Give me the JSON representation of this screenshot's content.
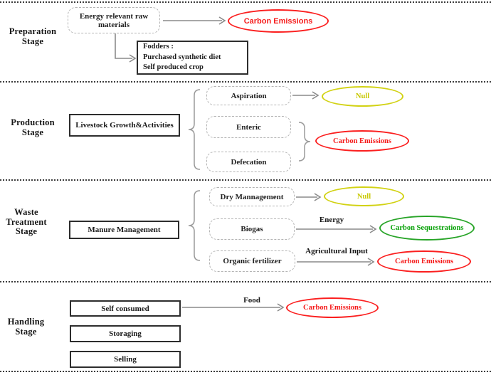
{
  "colors": {
    "carbon_emissions_red": "#fb1f1f",
    "null_yellow": "#d2d214",
    "carbon_sequestration_green": "#27a427",
    "arrow_gray": "#8a8a8a",
    "dashed_box_border": "#b4b4b4",
    "solid_box_border": "#2d2d2d",
    "separator_dots": "#3c3c3c"
  },
  "stages": {
    "preparation": {
      "label": "Preparation Stage",
      "raw_materials_box": "Energy relevant raw materials",
      "fodders_box": [
        "Fodders :",
        "Purchased synthetic diet",
        "Self produced crop"
      ],
      "emissions": "Carbon Emissions"
    },
    "production": {
      "label": "Production Stage",
      "main_box": "Livestock Growth&Activities",
      "processes": [
        "Aspiration",
        "Enteric",
        "Defecation"
      ],
      "null_label": "Null",
      "emissions": "Carbon Emissions"
    },
    "waste_treatment": {
      "label": "Waste Treatment Stage",
      "main_box": "Manure Management",
      "processes": [
        "Dry Mannagement",
        "Biogas",
        "Organic fertilizer"
      ],
      "null_label": "Null",
      "arrow_labels": {
        "energy": "Energy",
        "agricultural": "Agricultural Input"
      },
      "sequestration": "Carbon Sequestrations",
      "emissions": "Carbon Emissions"
    },
    "handling": {
      "label": "Handling Stage",
      "boxes": [
        "Self consumed",
        "Storaging",
        "Selling"
      ],
      "arrow_labels": {
        "food": "Food"
      },
      "emissions": "Carbon Emissions"
    }
  }
}
